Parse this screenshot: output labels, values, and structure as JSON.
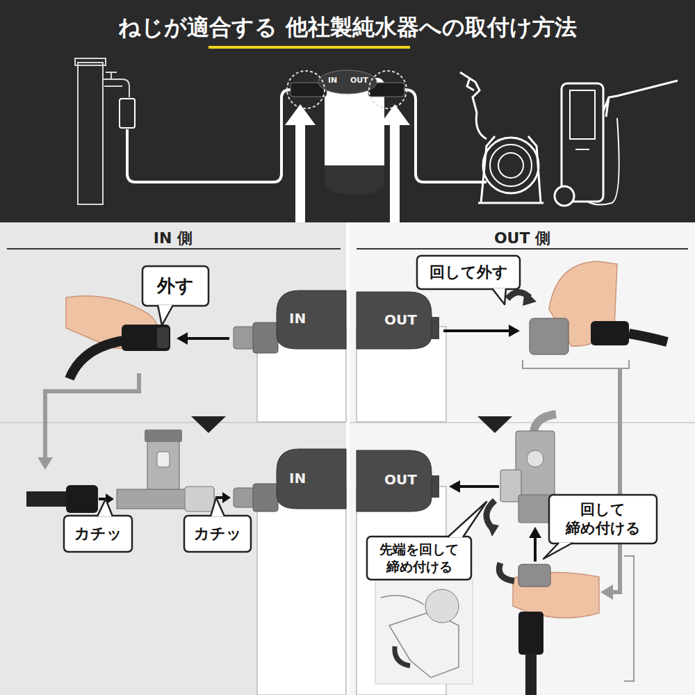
{
  "diagram": {
    "title": "ねじが適合する 他社製純水器への取付け方法",
    "nodes": [
      {
        "text": [
          "IN",
          "OUT"
        ]
      },
      {
        "text": [
          "IN 側"
        ]
      },
      {
        "text": [
          "外す"
        ],
        "in": 1
      },
      {
        "text": [
          "IN"
        ],
        "in": 1
      },
      {
        "text": [
          "IN"
        ],
        "in": 1
      },
      {
        "text": [
          "カチッ"
        ],
        "in": 1
      },
      {
        "text": [
          "カチッ"
        ],
        "in": 1
      },
      {
        "text": [
          "OUT 側"
        ]
      },
      {
        "text": [
          "回して外す"
        ],
        "in": 7
      },
      {
        "text": [
          "OUT"
        ],
        "in": 7
      },
      {
        "text": [
          "OUT"
        ],
        "in": 7
      },
      {
        "text": [
          "回して 締め付ける"
        ],
        "in": 7
      },
      {
        "text": [
          "先端を回して 締め付ける"
        ],
        "in": 7
      }
    ],
    "edges": [
      {
        "from": 1,
        "to": 0,
        "arrow": "to"
      },
      {
        "from": 7,
        "to": 0,
        "arrow": "to"
      }
    ]
  }
}
